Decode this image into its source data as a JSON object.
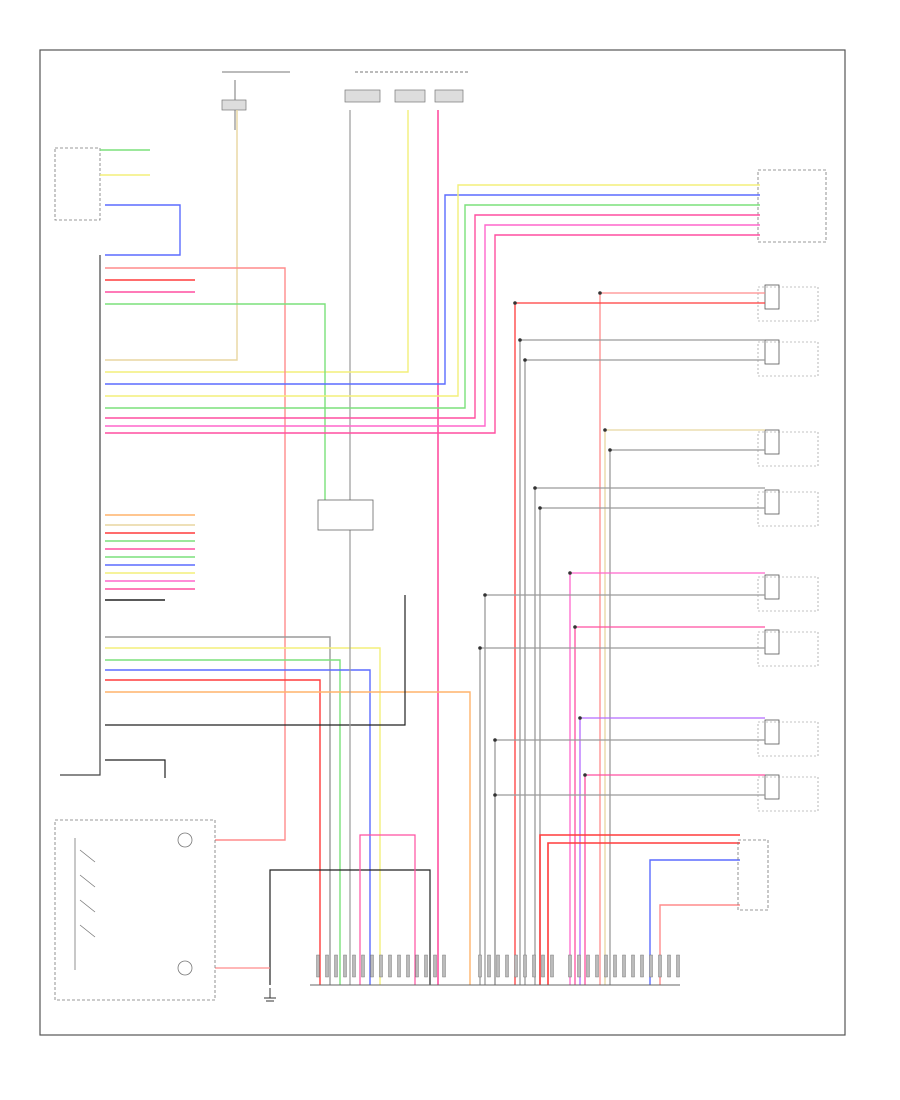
{
  "diagram": {
    "footer_code": "",
    "components": [
      {
        "id": "power-top-left",
        "label": ""
      },
      {
        "id": "power-top-mid",
        "label": ""
      },
      {
        "id": "instrument-panel",
        "label": ""
      },
      {
        "id": "front-fog-switch",
        "label": ""
      },
      {
        "id": "radio-module",
        "label": ""
      },
      {
        "id": "rear-speaker-right-top",
        "label": ""
      },
      {
        "id": "left-front-tweeter",
        "label": ""
      },
      {
        "id": "left-front-door-speaker",
        "label": ""
      },
      {
        "id": "left-door-subwoofer",
        "label": ""
      },
      {
        "id": "right-front-tweeter",
        "label": ""
      },
      {
        "id": "right-front-door-speaker",
        "label": ""
      },
      {
        "id": "left-rear-speaker-a",
        "label": ""
      },
      {
        "id": "left-rear-speaker-b",
        "label": ""
      },
      {
        "id": "right-rear-speaker-a",
        "label": ""
      },
      {
        "id": "right-rear-speaker-b",
        "label": ""
      },
      {
        "id": "power-antenna",
        "label": ""
      },
      {
        "id": "steering-controls",
        "label": ""
      },
      {
        "id": "amplifier",
        "label": ""
      },
      {
        "id": "ground-point",
        "label": ""
      }
    ],
    "wire_colors": {
      "pink": "#ff4fa0",
      "red": "#ff3b3b",
      "light_green": "#7be07b",
      "yellow": "#f3ef7a",
      "blue": "#5b6cff",
      "orange": "#ffb36b",
      "violet": "#b36bff",
      "tan": "#e8d6a0",
      "gray": "#9a9a9a",
      "black": "#222222",
      "magenta": "#ff66cc",
      "salmon": "#ff8c8c"
    }
  }
}
